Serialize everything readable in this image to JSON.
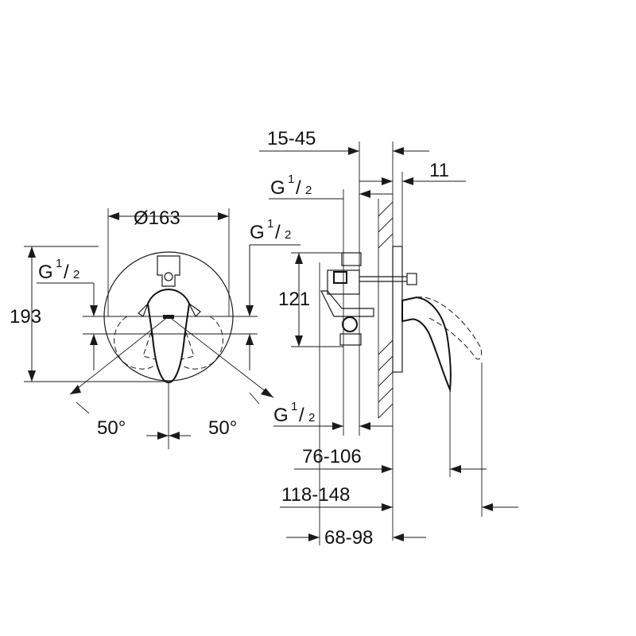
{
  "dimensions": {
    "diameter": "Ø163",
    "height_193": "193",
    "height_121": "121",
    "angle_left": "50°",
    "angle_right": "50°",
    "range_15_45": "15-45",
    "range_76_106": "76-106",
    "range_118_148": "118-148",
    "range_68_98": "68-98",
    "value_11": "11"
  },
  "threads": {
    "base": "G",
    "numerator": "1",
    "slash": "/",
    "denominator": "2"
  }
}
